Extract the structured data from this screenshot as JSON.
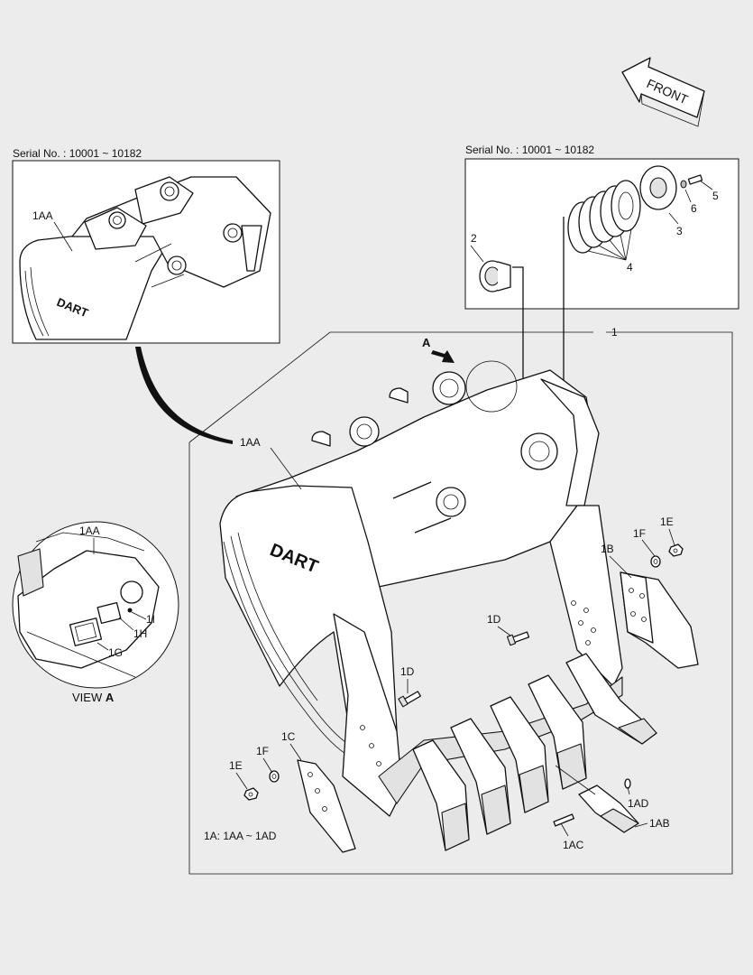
{
  "front_arrow": {
    "label": "FRONT"
  },
  "panel_left": {
    "serial": "Serial No. : 10001 ~ 10182",
    "part_label": "1AA",
    "logo": "DART"
  },
  "panel_right": {
    "serial": "Serial No. : 10001 ~ 10182",
    "callouts": [
      "2",
      "3",
      "4",
      "5",
      "6"
    ]
  },
  "main": {
    "assembly_label": "1",
    "view_marker": "A",
    "body_label": "1AA",
    "logo": "DART",
    "callouts": {
      "c1B": "1B",
      "c1C": "1C",
      "c1D_right": "1D",
      "c1D_left": "1D",
      "c1E_right": "1E",
      "c1E_left": "1E",
      "c1F_right": "1F",
      "c1F_left": "1F",
      "c1AB": "1AB",
      "c1AC": "1AC",
      "c1AD": "1AD"
    },
    "range_note": "1A: 1AA ~ 1AD"
  },
  "view_a": {
    "part_label": "1AA",
    "callouts": [
      "1I",
      "1H",
      "1G"
    ],
    "caption_prefix": "VIEW ",
    "caption_letter": "A"
  }
}
